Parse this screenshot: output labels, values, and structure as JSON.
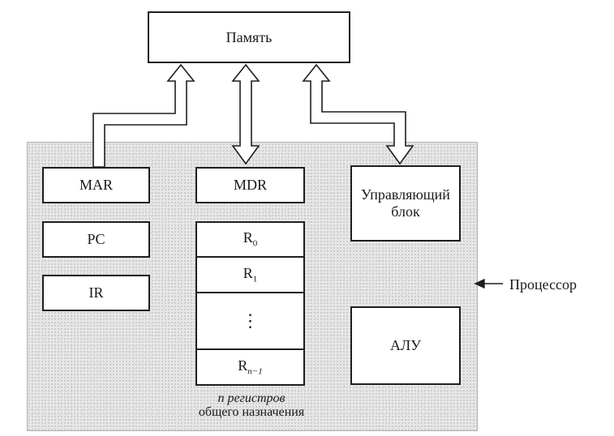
{
  "memory": {
    "label": "Память"
  },
  "processor": {
    "label": "Процессор"
  },
  "registers": {
    "mar": "MAR",
    "mdr": "MDR",
    "pc": "PC",
    "ir": "IR",
    "r0_base": "R",
    "r0_sub": "0",
    "r1_base": "R",
    "r1_sub": "1",
    "dots": "⋮",
    "rn_base": "R",
    "rn_sub": "n−1"
  },
  "control_unit": {
    "line1": "Управляющий",
    "line2": "блок"
  },
  "alu": {
    "label": "АЛУ"
  },
  "gpr_label": {
    "n": "n",
    "line1_rest": "регистров",
    "line2": "общего назначения"
  },
  "colors": {
    "stroke": "#1f1f1f",
    "processor_fill": "#e7e7e7"
  }
}
